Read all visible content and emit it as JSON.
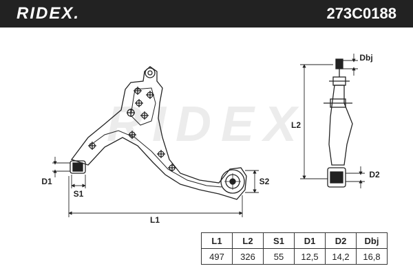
{
  "header": {
    "brand": "RIDEX.",
    "part_number": "273C0188"
  },
  "watermark": "RIDEX",
  "dimension_labels": {
    "l1": "L1",
    "l2": "L2",
    "s1": "S1",
    "s2": "S2",
    "d1": "D1",
    "d2": "D2",
    "dbj": "Dbj"
  },
  "spec_table": {
    "headers": [
      "L1",
      "L2",
      "S1",
      "D1",
      "D2",
      "Dbj"
    ],
    "values": [
      "497",
      "326",
      "55",
      "12,5",
      "14,2",
      "16,8"
    ]
  },
  "colors": {
    "header_bg": "#222222",
    "line": "#222222",
    "watermark": "#e9e9e9"
  }
}
